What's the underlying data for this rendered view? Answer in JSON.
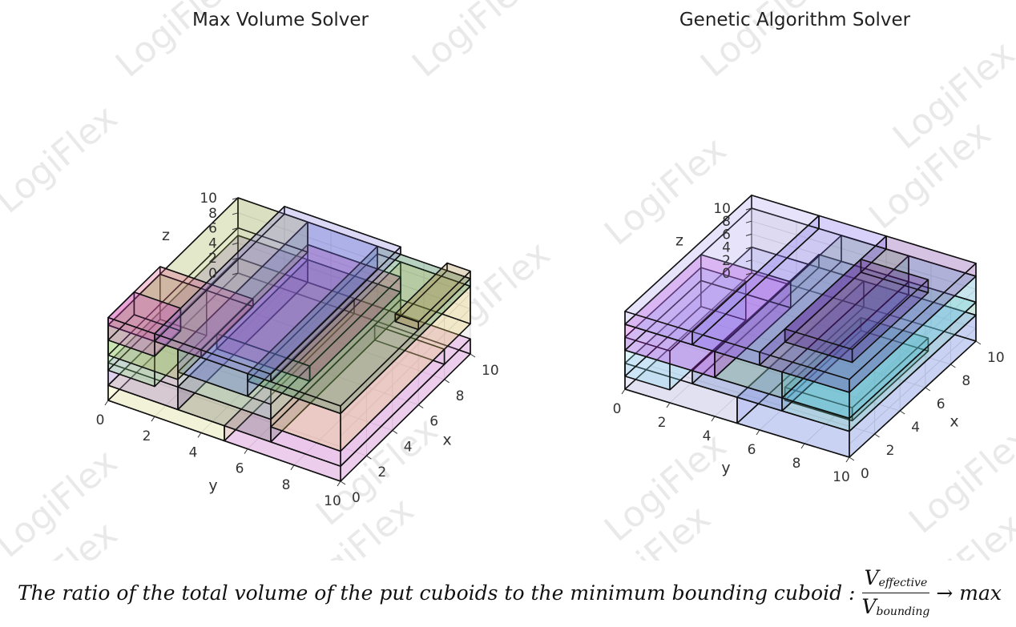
{
  "chart_data": [
    {
      "type": "3d-box-packing",
      "title": "Max Volume Solver",
      "xlabel": "x",
      "ylabel": "y",
      "zlabel": "z",
      "xlim": [
        0,
        10
      ],
      "ylim": [
        0,
        10
      ],
      "zlim": [
        0,
        10
      ],
      "ticks": {
        "x": [
          "0",
          "2",
          "4",
          "6",
          "8",
          "10"
        ],
        "y": [
          "0",
          "2",
          "4",
          "6",
          "8",
          "10"
        ],
        "z": [
          "0",
          "2",
          "4",
          "6",
          "8",
          "10"
        ]
      },
      "grid": true,
      "cuboids": [
        {
          "x": [
            0,
            10
          ],
          "y": [
            0,
            5
          ],
          "z": [
            0,
            2
          ],
          "color": "#e070e0"
        },
        {
          "x": [
            0,
            10
          ],
          "y": [
            5,
            10
          ],
          "z": [
            0,
            2
          ],
          "color": "#f4f496"
        },
        {
          "x": [
            0,
            8
          ],
          "y": [
            0,
            3
          ],
          "z": [
            2,
            4
          ],
          "color": "#e8b8e8"
        },
        {
          "x": [
            0,
            10
          ],
          "y": [
            3,
            7
          ],
          "z": [
            2,
            5
          ],
          "color": "#606060"
        },
        {
          "x": [
            0,
            10
          ],
          "y": [
            7,
            10
          ],
          "z": [
            2,
            5
          ],
          "color": "#9060c0"
        },
        {
          "x": [
            0,
            4
          ],
          "y": [
            8,
            10
          ],
          "z": [
            4,
            10
          ],
          "color": "#90ee90"
        },
        {
          "x": [
            0,
            10
          ],
          "y": [
            0,
            3
          ],
          "z": [
            4,
            9
          ],
          "color": "#e8d060"
        },
        {
          "x": [
            0,
            3
          ],
          "y": [
            3,
            7
          ],
          "z": [
            5,
            7
          ],
          "color": "#b0e0c8"
        },
        {
          "x": [
            3,
            10
          ],
          "y": [
            3,
            7
          ],
          "z": [
            5,
            7
          ],
          "color": "#d0208a"
        },
        {
          "x": [
            0,
            10
          ],
          "y": [
            0,
            4
          ],
          "z": [
            9,
            10
          ],
          "color": "#208040"
        },
        {
          "x": [
            0,
            10
          ],
          "y": [
            4,
            7
          ],
          "z": [
            7,
            10
          ],
          "color": "#4060e0"
        },
        {
          "x": [
            0,
            10
          ],
          "y": [
            7,
            10
          ],
          "z": [
            6,
            10
          ],
          "color": "#98b040"
        },
        {
          "x": [
            0,
            4
          ],
          "y": [
            6,
            10
          ],
          "z": [
            10,
            11
          ],
          "color": "#e04080"
        },
        {
          "x": [
            0,
            2
          ],
          "y": [
            8,
            10
          ],
          "z": [
            8,
            11
          ],
          "color": "#d040d0"
        },
        {
          "x": [
            0,
            10
          ],
          "y": [
            3,
            8
          ],
          "z": [
            10,
            11
          ],
          "color": "#8070e0"
        },
        {
          "x": [
            6,
            10
          ],
          "y": [
            0,
            1
          ],
          "z": [
            10,
            11
          ],
          "color": "#a07830"
        }
      ]
    },
    {
      "type": "3d-box-packing",
      "title": "Genetic Algorithm Solver",
      "xlabel": "x",
      "ylabel": "y",
      "zlabel": "z",
      "xlim": [
        0,
        10
      ],
      "ylim": [
        0,
        10
      ],
      "zlim": [
        0,
        10
      ],
      "ticks": {
        "x": [
          "0",
          "2",
          "4",
          "6",
          "8",
          "10"
        ],
        "y": [
          "0",
          "2",
          "4",
          "6",
          "8",
          "10"
        ],
        "z": [
          "0",
          "2",
          "4",
          "6",
          "8",
          "10"
        ]
      },
      "grid": true,
      "cuboids": [
        {
          "x": [
            0,
            10
          ],
          "y": [
            0,
            5
          ],
          "z": [
            0,
            4
          ],
          "color": "#6080f0"
        },
        {
          "x": [
            0,
            10
          ],
          "y": [
            5,
            10
          ],
          "z": [
            0,
            4
          ],
          "color": "#b8b8f0"
        },
        {
          "x": [
            2,
            8
          ],
          "y": [
            1,
            4
          ],
          "z": [
            1,
            3
          ],
          "color": "#20a0a0"
        },
        {
          "x": [
            0,
            10
          ],
          "y": [
            0,
            3
          ],
          "z": [
            4,
            6
          ],
          "color": "#70d0b8"
        },
        {
          "x": [
            0,
            10
          ],
          "y": [
            3,
            7
          ],
          "z": [
            4,
            6
          ],
          "color": "#6080c0"
        },
        {
          "x": [
            0,
            6
          ],
          "y": [
            8,
            10
          ],
          "z": [
            2,
            8
          ],
          "color": "#80e0f0"
        },
        {
          "x": [
            0,
            10
          ],
          "y": [
            0,
            3
          ],
          "z": [
            6,
            10
          ],
          "color": "#60c8e8"
        },
        {
          "x": [
            0,
            10
          ],
          "y": [
            3,
            6
          ],
          "z": [
            6,
            10
          ],
          "color": "#70b070"
        },
        {
          "x": [
            0,
            6
          ],
          "y": [
            6,
            10
          ],
          "z": [
            6,
            10
          ],
          "color": "#c020e0"
        },
        {
          "x": [
            0,
            10
          ],
          "y": [
            0,
            4
          ],
          "z": [
            10,
            12
          ],
          "color": "#6a2a9a"
        },
        {
          "x": [
            0,
            10
          ],
          "y": [
            4,
            7
          ],
          "z": [
            10,
            12
          ],
          "color": "#7060f0"
        },
        {
          "x": [
            0,
            10
          ],
          "y": [
            7,
            10
          ],
          "z": [
            10,
            12
          ],
          "color": "#a898f0"
        },
        {
          "x": [
            2,
            8
          ],
          "y": [
            1,
            4
          ],
          "z": [
            10,
            12
          ],
          "color": "#501080"
        }
      ]
    }
  ],
  "caption": {
    "text": "The ratio of the total volume of the put cuboids to the minimum bounding cuboid :",
    "numerator": "V",
    "numerator_sub": "effective",
    "denominator": "V",
    "denominator_sub": "bounding",
    "suffix": "→ max"
  },
  "watermark": {
    "text": "LogiFlex",
    "color": "#d0d0d0"
  }
}
